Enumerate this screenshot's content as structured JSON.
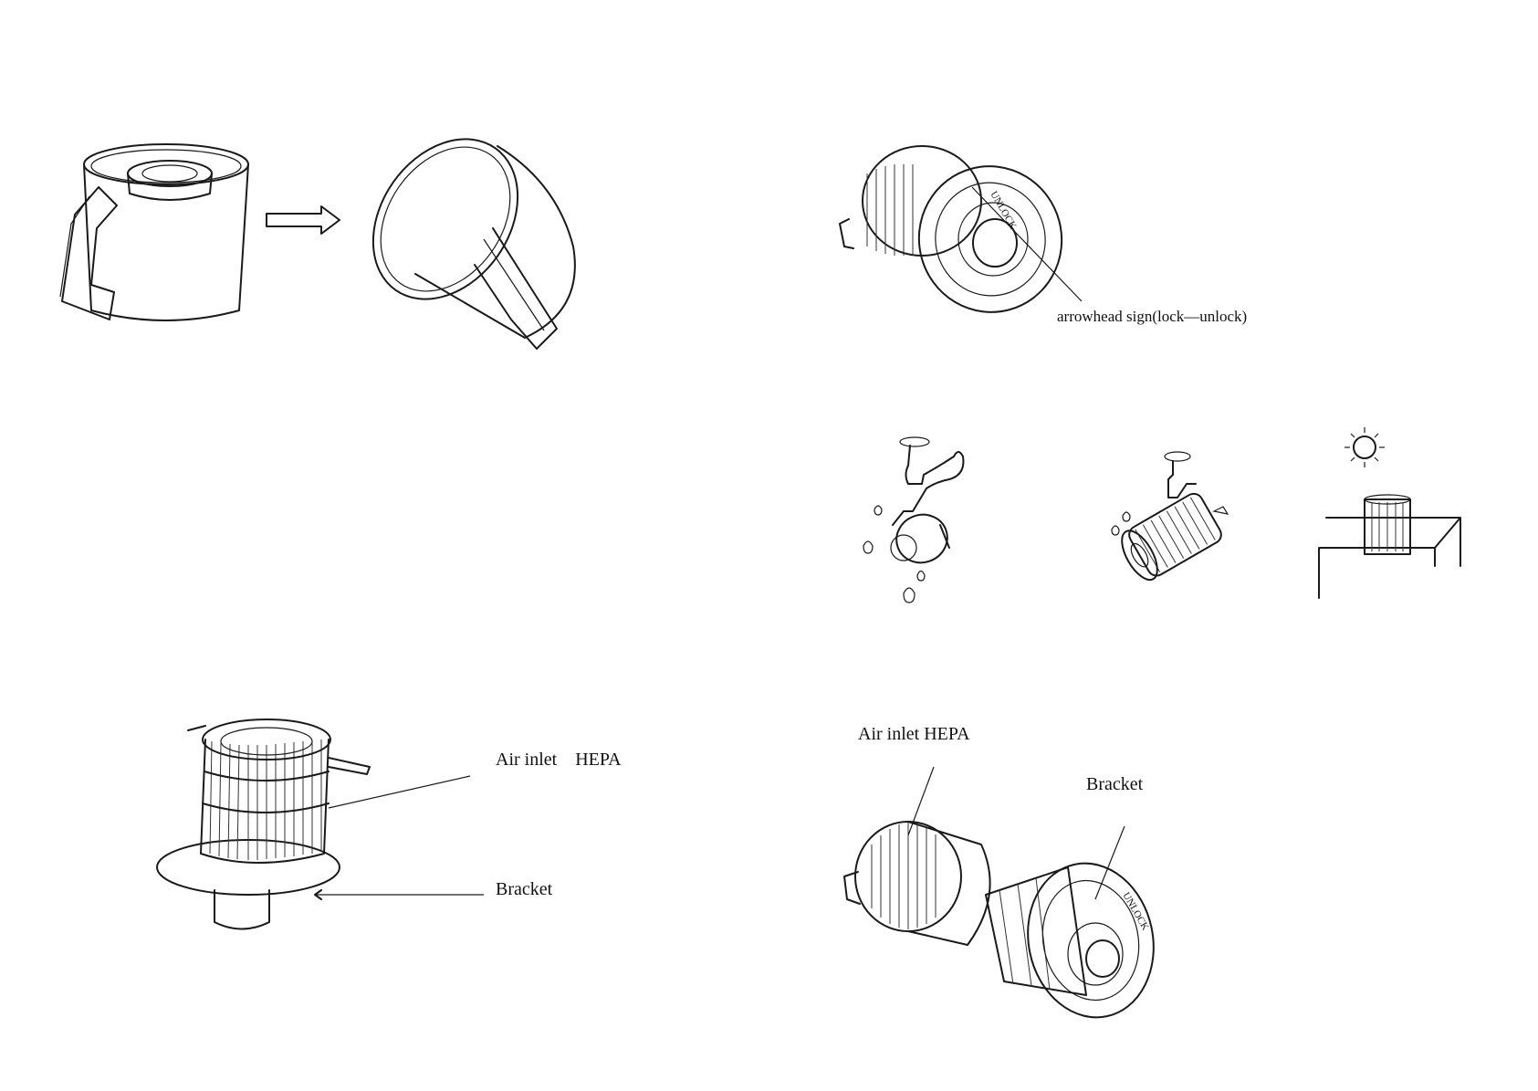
{
  "labels": {
    "arrowhead": "arrowhead sign(lock—unlock)",
    "air_inlet_left": "Air inlet    HEPA",
    "bracket_left": "Bracket",
    "air_inlet_right": "Air inlet HEPA",
    "bracket_right": "Bracket",
    "unlock_marking": "UNLOCK"
  },
  "icons": [
    "dust-cup",
    "arrow-right",
    "cup-emptied",
    "filter-assembly",
    "tap-rinse",
    "tap-wash",
    "sun",
    "filter-drying"
  ]
}
